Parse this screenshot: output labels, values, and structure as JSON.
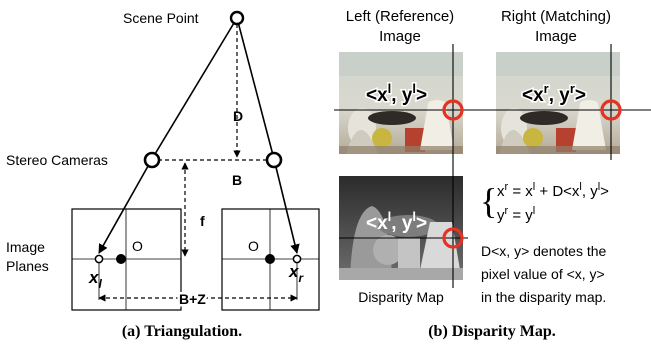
{
  "triangulation": {
    "scene_point": "Scene Point",
    "stereo_cameras": "Stereo Cameras",
    "image_planes_line1": "Image",
    "image_planes_line2": "Planes",
    "d_label": "D",
    "b_label": "B",
    "f_label": "f",
    "o_left": "O",
    "o_right": "O",
    "xl_main": "x",
    "xl_sub": "l",
    "xr_main": "x",
    "xr_sub": "r",
    "bz_label": "B+Z",
    "caption": "(a) Triangulation."
  },
  "disparity": {
    "left_title_line1": "Left (Reference)",
    "left_title_line2": "Image",
    "right_title_line1": "Right (Matching)",
    "right_title_line2": "Image",
    "left_coord": {
      "open": "<x",
      "sup1": "l",
      "mid": ", y",
      "sup2": "l",
      "close": ">"
    },
    "right_coord": {
      "open": "<x",
      "sup1": "r",
      "mid": ", y",
      "sup2": "r",
      "close": ">"
    },
    "map_coord": {
      "open": "<x",
      "sup1": "l",
      "mid": ", y",
      "sup2": "l",
      "close": ">"
    },
    "map_label": "Disparity Map",
    "eq1": {
      "a": "x",
      "a_sup": "r",
      "b": " = x",
      "b_sup": "l",
      "c": " + D<x",
      "c_sup": "l",
      "d": ", y",
      "d_sup": "l",
      "e": ">"
    },
    "eq2": {
      "a": "y",
      "a_sup": "r",
      "b": " = y",
      "b_sup": "l"
    },
    "note_line1": "D<x, y> denotes the",
    "note_line2": "pixel value of <x, y>",
    "note_line3": "in the disparity map.",
    "caption": "(b) Disparity Map."
  },
  "colors": {
    "marker": "#e53222",
    "ink": "#000000"
  }
}
